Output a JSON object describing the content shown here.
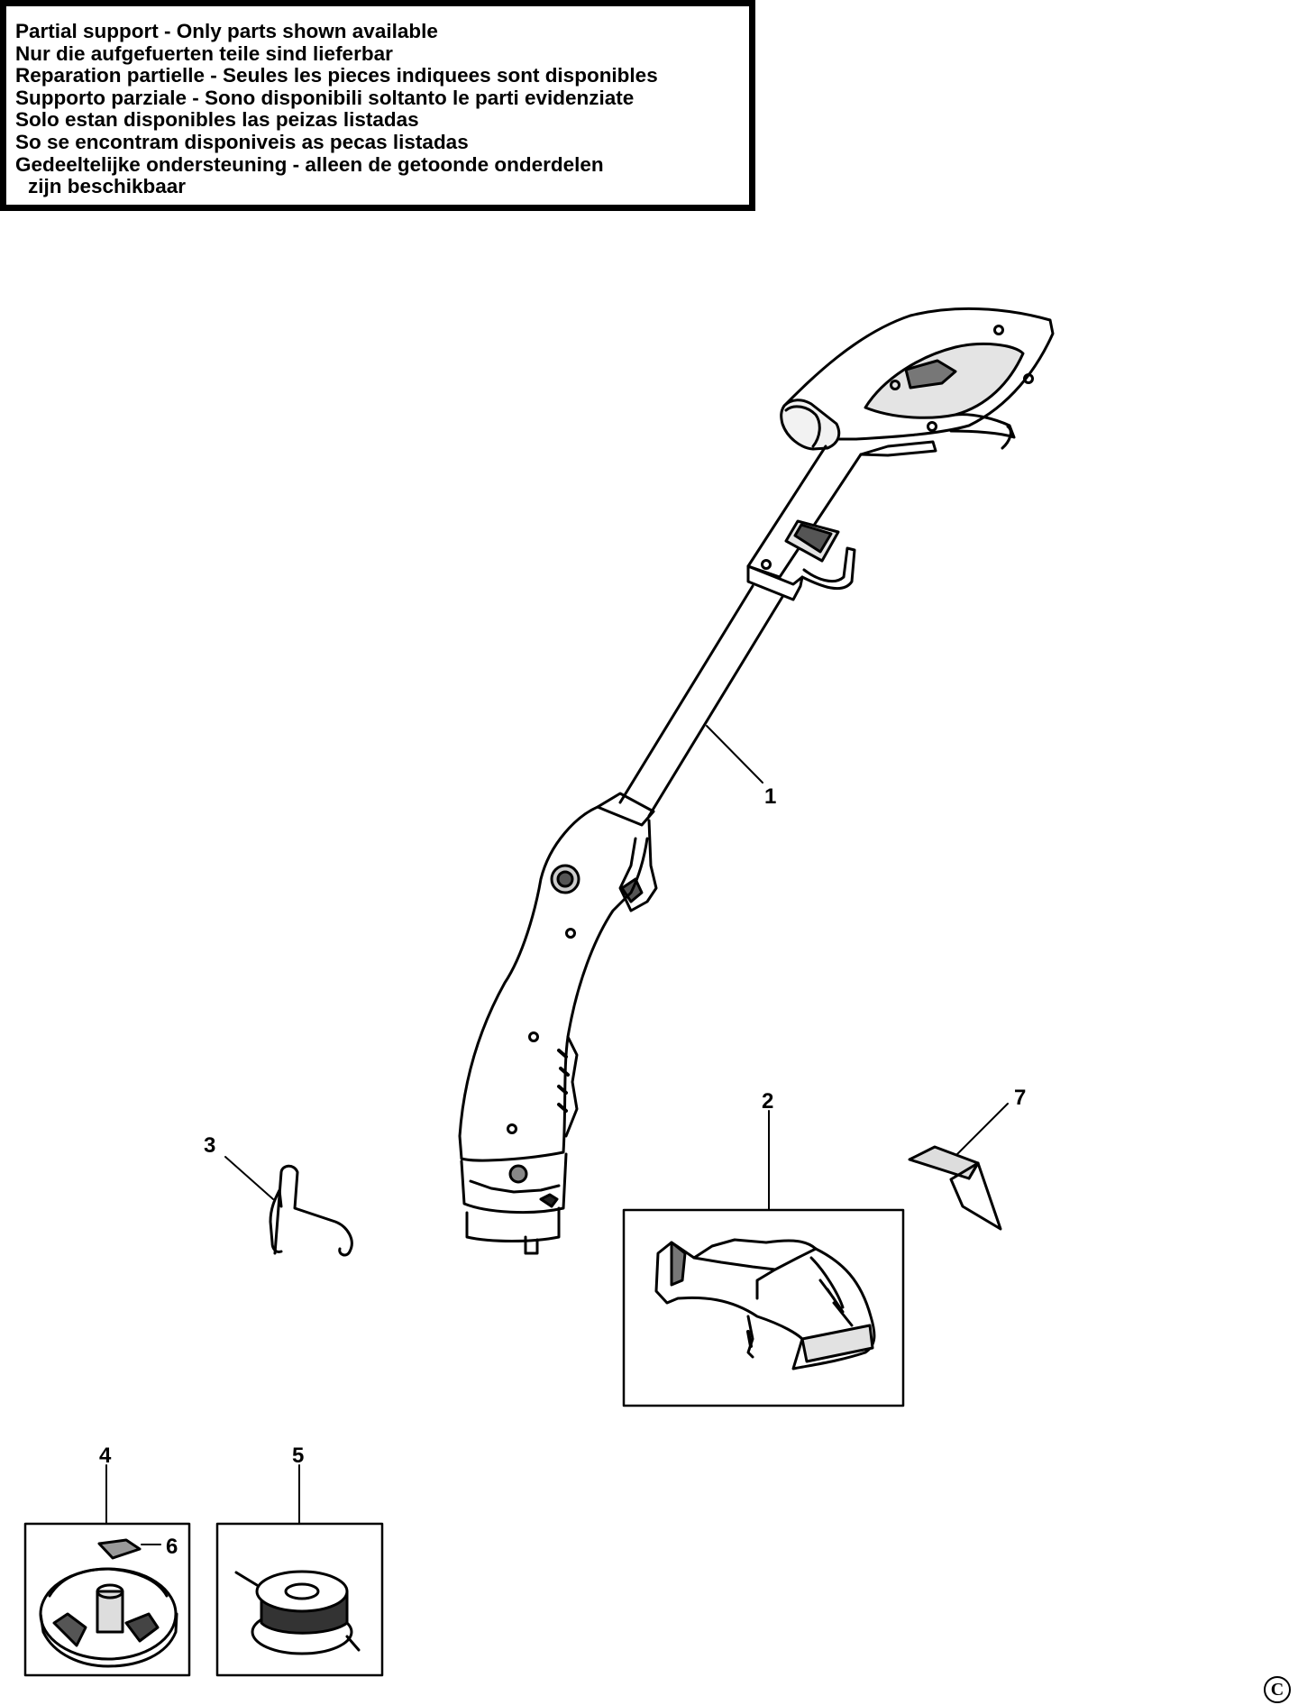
{
  "notice": {
    "lines": [
      "Partial support - Only parts shown available",
      "Nur die aufgefuerten teile sind lieferbar",
      "Reparation partielle - Seules les pieces indiquees sont disponibles",
      "Supporto parziale - Sono disponibili soltanto le parti evidenziate",
      "Solo estan disponibles las peizas listadas",
      "So se encontram disponiveis as pecas listadas",
      "Gedeeltelijke ondersteuning - alleen de getoonde onderdelen",
      "zijn beschikbaar"
    ]
  },
  "callouts": {
    "part1": "1",
    "part2": "2",
    "part3": "3",
    "part4": "4",
    "part5": "5",
    "part6": "6",
    "part7": "7"
  },
  "copyright_symbol": "C",
  "icons": [
    "trimmer-body",
    "guard",
    "wire-clip",
    "spool-cover",
    "spool",
    "cover-clip",
    "blade"
  ]
}
